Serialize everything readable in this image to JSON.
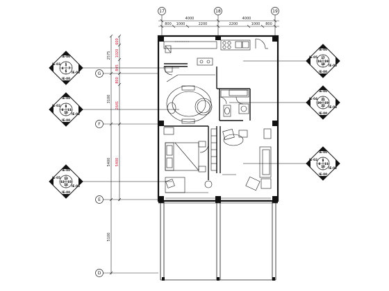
{
  "drawing": {
    "axes_top": [
      "17",
      "18",
      "19"
    ],
    "axes_left": [
      "G",
      "F",
      "E",
      "D"
    ],
    "top_dims_major": [
      "4000",
      "4000"
    ],
    "top_dims_minor": [
      "800",
      "1000",
      "2200",
      "2200",
      "1000",
      "800"
    ],
    "left_dims_outer": [
      "2575",
      "3100",
      "5400",
      "5100"
    ],
    "left_dims_inner": [
      "600",
      "1020",
      "845",
      "800",
      "2641",
      "5400"
    ],
    "index_tags": [
      {
        "top": "5",
        "mid": "6",
        "left": "4",
        "right": "7",
        "codes": [
          "IE-00",
          "IE-03",
          "IE-03",
          "IE-00"
        ]
      },
      {
        "top": "9",
        "mid": "10",
        "left": "8",
        "right": "11",
        "codes": [
          "IE-00",
          "IE-02",
          "IE-02",
          "IE-00"
        ]
      },
      {
        "top": "13",
        "mid": "14",
        "left": "12",
        "right": "15",
        "codes": [
          "IE-00",
          "IE-05",
          "IE-05",
          "IE-00"
        ]
      },
      {
        "top": "17",
        "mid": "18",
        "left": "16",
        "right": "19",
        "codes": [
          "IE-00",
          "IE-05",
          "IE-05",
          "IE-00"
        ]
      },
      {
        "top": "21",
        "mid": "22",
        "left": "20",
        "right": "23",
        "codes": [
          "IE-00",
          "IE-04",
          "IE-04",
          "IE-00"
        ]
      },
      {
        "top": "9",
        "mid": "10",
        "left": "8",
        "right": "11",
        "codes": [
          "IE-00",
          "IE-02",
          "IE-02",
          "IE-00"
        ]
      }
    ]
  }
}
